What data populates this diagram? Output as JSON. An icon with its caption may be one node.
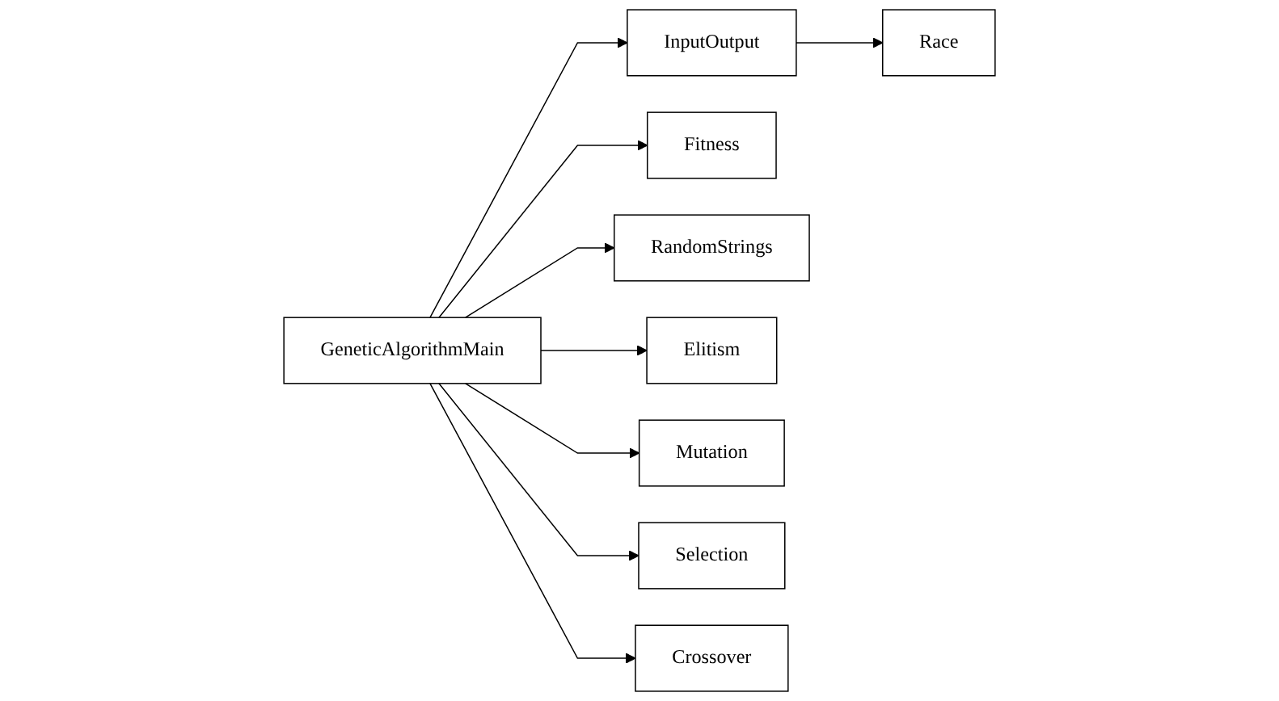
{
  "diagram": {
    "nodes": [
      {
        "text": [
          "Race"
        ]
      },
      {
        "text": [
          "InputOutput"
        ]
      },
      {
        "text": [
          "Fitness"
        ]
      },
      {
        "text": [
          "GeneticAlgorithmMain"
        ]
      },
      {
        "text": [
          "RandomStrings"
        ]
      },
      {
        "text": [
          "Elitism"
        ]
      },
      {
        "text": [
          "Mutation"
        ]
      },
      {
        "text": [
          "Selection"
        ]
      },
      {
        "text": [
          "Crossover"
        ]
      }
    ],
    "edges": [
      {
        "from": 1,
        "to": 0,
        "arrow": "to"
      },
      {
        "from": 3,
        "to": 1,
        "arrow": "to"
      },
      {
        "from": 3,
        "to": 2,
        "arrow": "to"
      },
      {
        "from": 3,
        "to": 4,
        "arrow": "to"
      },
      {
        "from": 3,
        "to": 5,
        "arrow": "to"
      },
      {
        "from": 3,
        "to": 6,
        "arrow": "to"
      },
      {
        "from": 3,
        "to": 7,
        "arrow": "to"
      },
      {
        "from": 3,
        "to": 8,
        "arrow": "to"
      }
    ]
  }
}
